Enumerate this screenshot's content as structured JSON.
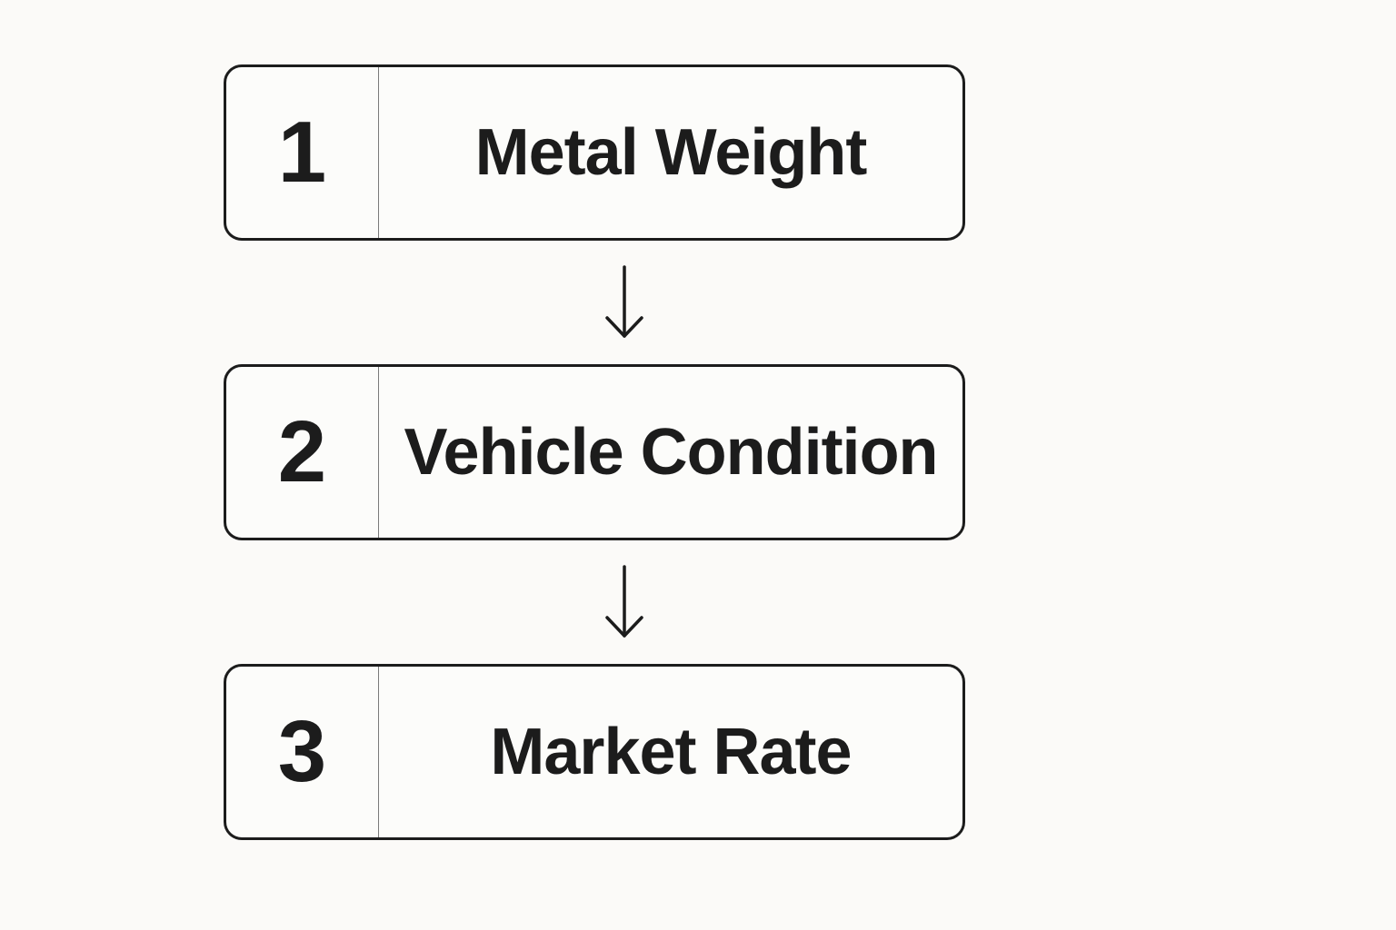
{
  "steps": [
    {
      "number": "1",
      "label": "Metal Weight"
    },
    {
      "number": "2",
      "label": "Vehicle Condition"
    },
    {
      "number": "3",
      "label": "Market Rate"
    }
  ],
  "colors": {
    "background": "#fbfaf8",
    "stroke": "#1c1c1c",
    "text": "#1c1c1c"
  }
}
